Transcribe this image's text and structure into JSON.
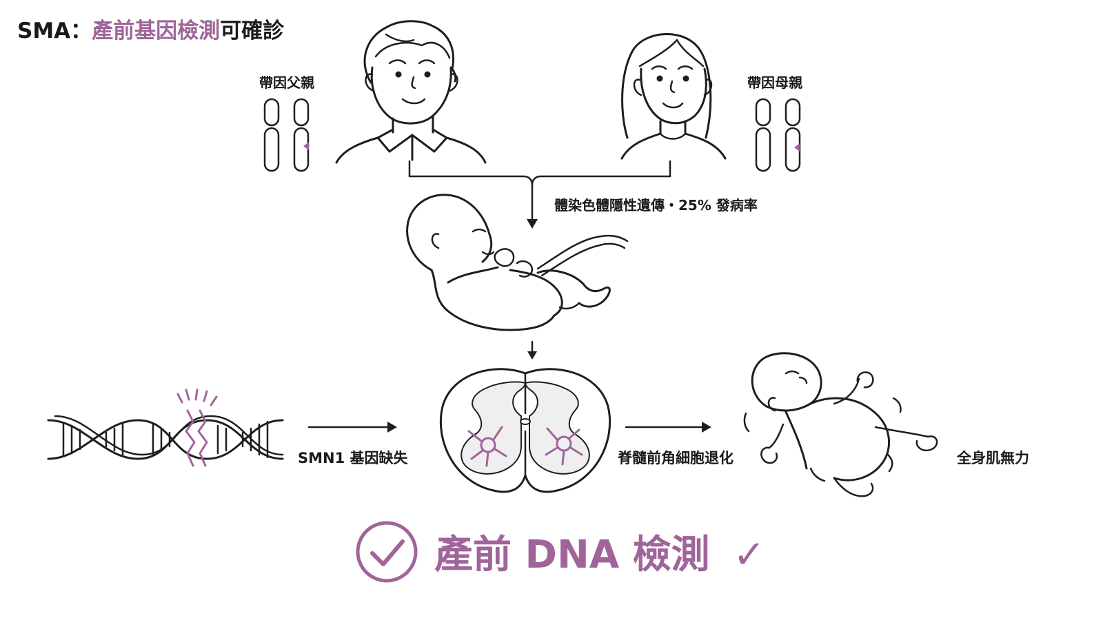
{
  "title": {
    "prefix": "SMA：",
    "highlight": "產前基因檢測",
    "suffix": "可確診"
  },
  "labels": {
    "father": "帶因父親",
    "mother": "帶因母親",
    "inheritance": "體染色體隱性遺傳・25% 發病率",
    "gene_deletion": "SMN1 基因缺失",
    "degeneration": "脊髓前角細胞退化",
    "symptom": "全身肌無力"
  },
  "conclusion": {
    "text": "產前 DNA 檢測",
    "check": "✓"
  },
  "colors": {
    "accent": "#a0649a",
    "ink": "#1e1e1e",
    "gray_matter": "#efefef"
  },
  "icons": [
    "man-icon",
    "woman-icon",
    "chromosome-icon",
    "fetus-icon",
    "dna-helix-icon",
    "spinal-cord-icon",
    "baby-icon",
    "check-circle-icon",
    "arrow-icon"
  ]
}
